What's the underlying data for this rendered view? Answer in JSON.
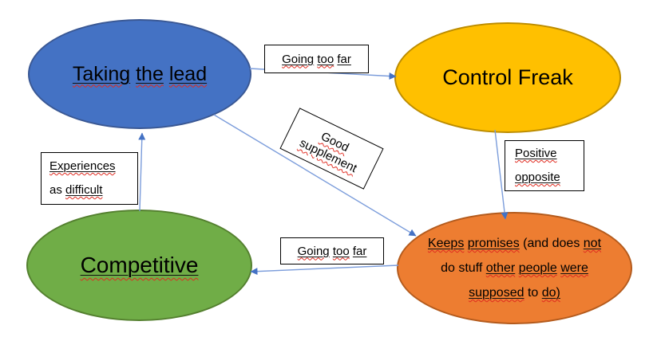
{
  "background": "#FFFFFF",
  "colors": {
    "node_blue": "#4472C4",
    "node_blue_border": "#3A5894",
    "node_yellow": "#FFC000",
    "node_yellow_border": "#BC8C00",
    "node_green": "#70AD47",
    "node_green_border": "#54802F",
    "node_orange": "#ED7D31",
    "node_orange_border": "#B45B1D",
    "arrow_line": "#7C9DDB",
    "arrow_head": "#4472C4",
    "squiggle": "#E02B20"
  },
  "nodes": {
    "taking_lead": {
      "label": "Taking the lead",
      "lines": [
        [
          {
            "t": "Taking",
            "u": 1,
            "w": 1
          },
          {
            "t": "the",
            "u": 1,
            "w": 1
          },
          {
            "t": "lead",
            "u": 1,
            "w": 1
          }
        ]
      ]
    },
    "control_freak": {
      "label": "Control Freak",
      "lines": [
        [
          {
            "t": "Control"
          },
          {
            "t": "Freak"
          }
        ]
      ]
    },
    "competitive": {
      "label": "Competitive",
      "lines": [
        [
          {
            "t": "Competitive",
            "u": 1,
            "w": 1
          }
        ]
      ]
    },
    "keeps_promises": {
      "label": "Keeps promises (and does not do stuff other people were supposed to do)",
      "lines": [
        [
          {
            "t": "Keeps",
            "u": 1,
            "w": 1
          },
          {
            "t": "promises",
            "u": 1,
            "w": 1
          },
          {
            "t": "(and"
          },
          {
            "t": "does"
          },
          {
            "t": "not",
            "u": 1,
            "w": 1
          }
        ],
        [
          {
            "t": "do"
          },
          {
            "t": "stuff"
          },
          {
            "t": "other",
            "u": 1,
            "w": 1
          },
          {
            "t": "people",
            "u": 1,
            "w": 1
          },
          {
            "t": "were",
            "u": 1,
            "w": 1
          }
        ],
        [
          {
            "t": "supposed",
            "u": 1,
            "w": 1
          },
          {
            "t": "to"
          },
          {
            "t": "do)",
            "u": 1,
            "w": 1
          }
        ]
      ]
    }
  },
  "labels": {
    "going_too_far_top": {
      "label": "Going too far",
      "lines": [
        [
          {
            "t": "Going",
            "u": 1,
            "w": 1
          },
          {
            "t": "too",
            "u": 1,
            "w": 1
          },
          {
            "t": "far",
            "u": 1
          }
        ]
      ]
    },
    "good_supplement": {
      "label": "Good supplement",
      "lines": [
        [
          {
            "t": "Good",
            "w": 1
          }
        ],
        [
          {
            "t": "supplement",
            "w": 1
          }
        ]
      ]
    },
    "experiences_as_difficult": {
      "label": "Experiences as difficult",
      "lines": [
        [
          {
            "t": "Experiences",
            "u": 1,
            "w": 1
          }
        ],
        [
          {
            "t": "as"
          },
          {
            "t": "difficult",
            "u": 1,
            "w": 1
          }
        ]
      ]
    },
    "positive_opposite": {
      "label": "Positive opposite",
      "lines": [
        [
          {
            "t": "Positive",
            "u": 1,
            "w": 1
          }
        ],
        [
          {
            "t": "opposite",
            "u": 1,
            "w": 1
          }
        ]
      ]
    },
    "going_too_far_bottom": {
      "label": "Going too far",
      "lines": [
        [
          {
            "t": "Going",
            "u": 1,
            "w": 1
          },
          {
            "t": "too",
            "u": 1,
            "w": 1
          },
          {
            "t": "far",
            "u": 1
          }
        ]
      ]
    }
  },
  "edges": [
    {
      "from": "taking_lead",
      "to": "control_freak",
      "label": "Going too far"
    },
    {
      "from": "taking_lead",
      "to": "keeps_promises",
      "label": "Good supplement"
    },
    {
      "from": "control_freak",
      "to": "keeps_promises",
      "label": "Positive opposite"
    },
    {
      "from": "keeps_promises",
      "to": "competitive",
      "label": "Going too far"
    },
    {
      "from": "competitive",
      "to": "taking_lead",
      "label": "Experiences as difficult"
    }
  ]
}
